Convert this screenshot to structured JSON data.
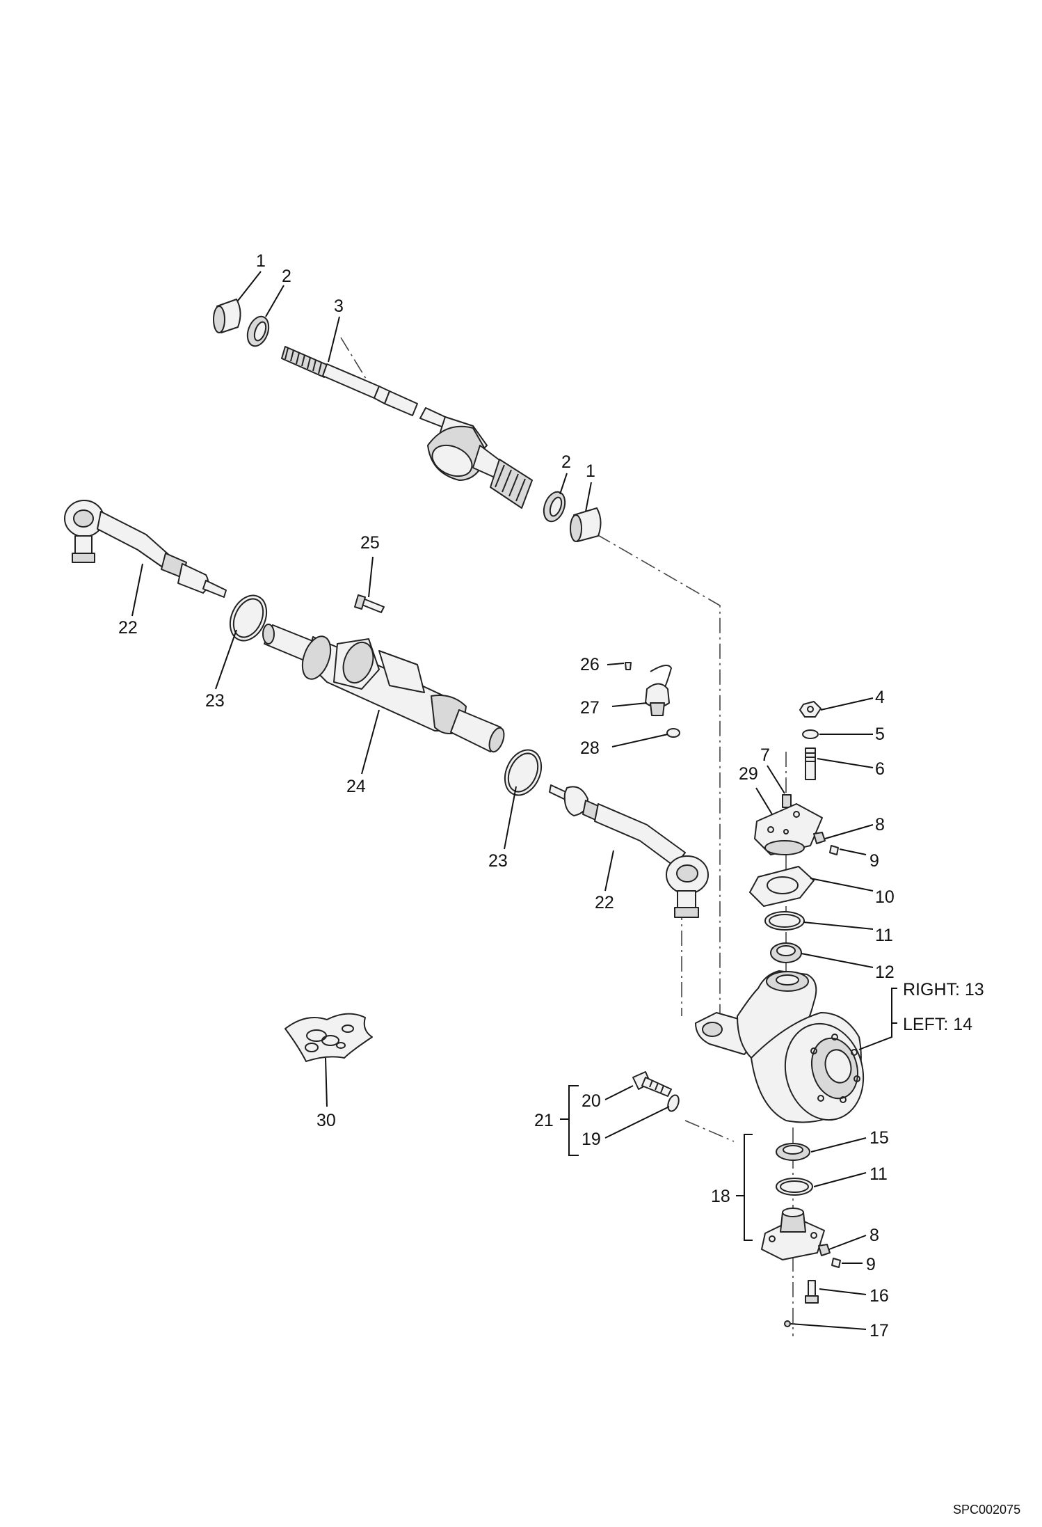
{
  "callouts": {
    "c1a": "1",
    "c2a": "2",
    "c3": "3",
    "c2b": "2",
    "c1b": "1",
    "c25": "25",
    "c22a": "22",
    "c23a": "23",
    "c24": "24",
    "c26": "26",
    "c27": "27",
    "c28": "28",
    "c23b": "23",
    "c22b": "22",
    "c4": "4",
    "c5": "5",
    "c6": "6",
    "c7": "7",
    "c29": "29",
    "c8a": "8",
    "c9a": "9",
    "c10": "10",
    "c11a": "11",
    "c12": "12",
    "right": "RIGHT: 13",
    "left": "LEFT: 14",
    "c30": "30",
    "c20": "20",
    "c21": "21",
    "c19": "19",
    "c15": "15",
    "c11b": "11",
    "c18": "18",
    "c8b": "8",
    "c9b": "9",
    "c16": "16",
    "c17": "17"
  },
  "reference_code": "SPC002075",
  "colors": {
    "line": "#222222",
    "part_fill": "#f2f2f2",
    "part_shade": "#d9d9d9",
    "background": "#ffffff"
  }
}
